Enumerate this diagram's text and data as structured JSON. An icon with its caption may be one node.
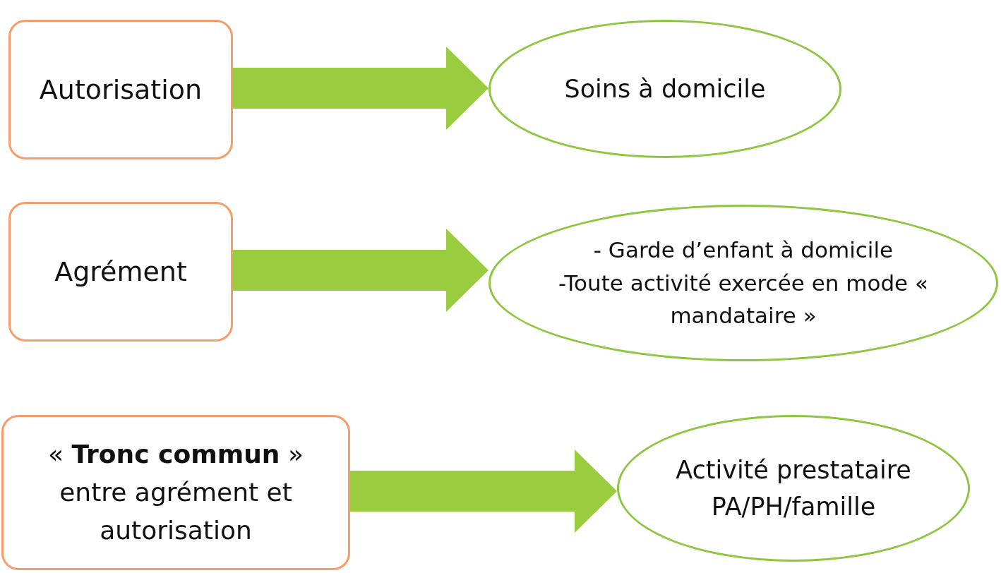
{
  "diagram": {
    "nodes": [
      {
        "text": [
          "Autorisation"
        ]
      },
      {
        "text": [
          "Soins à domicile"
        ]
      },
      {
        "text": [
          "Agrément"
        ]
      },
      {
        "text": [
          "- Garde d’enfant à domicile",
          "-Toute activité exercée en mode « mandataire »"
        ]
      },
      {
        "text": [
          "« **Tronc commun** » entre agrément et autorisation"
        ]
      },
      {
        "text": [
          "Activité prestataire PA/PH/famille"
        ]
      }
    ],
    "edges": [
      {
        "from": 0,
        "to": 1,
        "arrow": "to",
        "style": "thick"
      },
      {
        "from": 2,
        "to": 3,
        "arrow": "to",
        "style": "thick"
      },
      {
        "from": 4,
        "to": 5,
        "arrow": "to",
        "style": "thick"
      }
    ]
  }
}
